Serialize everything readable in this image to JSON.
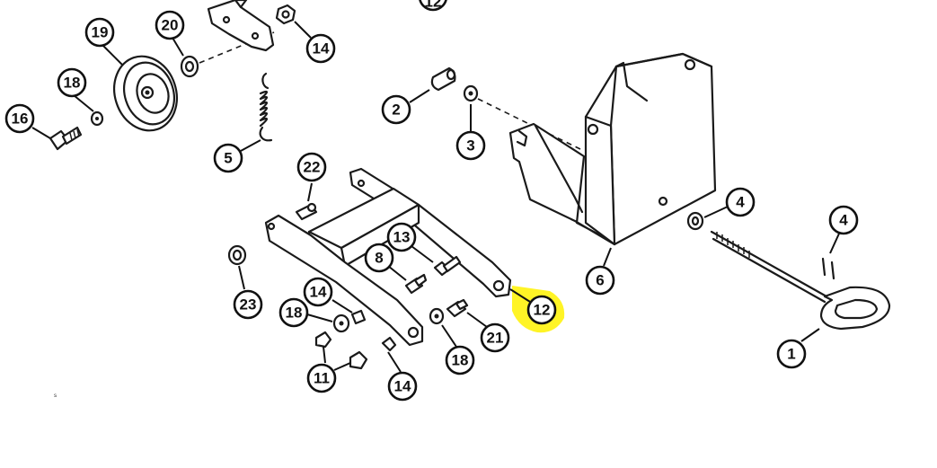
{
  "highlight_color": "#fff200",
  "callouts": [
    {
      "id": "c19",
      "label": "19"
    },
    {
      "id": "c20",
      "label": "20"
    },
    {
      "id": "c14a",
      "label": "14"
    },
    {
      "id": "c12top",
      "label": "12"
    },
    {
      "id": "c18a",
      "label": "18"
    },
    {
      "id": "c16",
      "label": "16"
    },
    {
      "id": "c2",
      "label": "2"
    },
    {
      "id": "c3",
      "label": "3"
    },
    {
      "id": "c5",
      "label": "5"
    },
    {
      "id": "c22",
      "label": "22"
    },
    {
      "id": "c13",
      "label": "13"
    },
    {
      "id": "c8",
      "label": "8"
    },
    {
      "id": "c23",
      "label": "23"
    },
    {
      "id": "c14b",
      "label": "14"
    },
    {
      "id": "c18b",
      "label": "18"
    },
    {
      "id": "c11",
      "label": "11"
    },
    {
      "id": "c14c",
      "label": "14"
    },
    {
      "id": "c18c",
      "label": "18"
    },
    {
      "id": "c21",
      "label": "21"
    },
    {
      "id": "c12",
      "label": "12",
      "highlighted": true
    },
    {
      "id": "c6",
      "label": "6"
    },
    {
      "id": "c4a",
      "label": "4"
    },
    {
      "id": "c4b",
      "label": "4"
    },
    {
      "id": "c1",
      "label": "1"
    }
  ]
}
